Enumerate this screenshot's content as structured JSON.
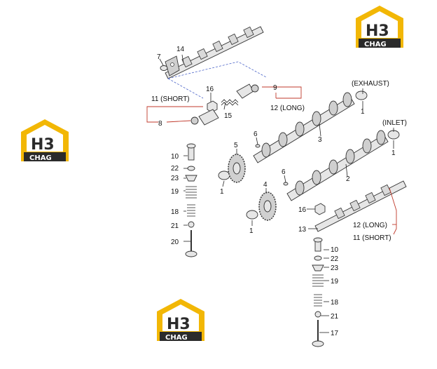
{
  "diagram": {
    "callouts": {
      "c1a": "1",
      "c1b": "1",
      "c1c": "1",
      "c1d": "1",
      "c2": "2",
      "c3": "3",
      "c4": "4",
      "c5": "5",
      "c6a": "6",
      "c6b": "6",
      "c7": "7",
      "c8": "8",
      "c9": "9",
      "c10a": "10",
      "c10b": "10",
      "c11a": "11 (SHORT)",
      "c11b": "11 (SHORT)",
      "c12a": "12 (LONG)",
      "c12b": "12 (LONG)",
      "c13": "13",
      "c14": "14",
      "c15": "15",
      "c16a": "16",
      "c16b": "16",
      "c17": "17",
      "c18a": "18",
      "c18b": "18",
      "c19a": "19",
      "c19b": "19",
      "c20": "20",
      "c21a": "21",
      "c21b": "21",
      "c22a": "22",
      "c22b": "22",
      "c23a": "23",
      "c23b": "23",
      "exhaust": "(EXHAUST)",
      "inlet": "(INLET)"
    },
    "watermark": {
      "big": "H3",
      "small": "CHAG"
    },
    "colors": {
      "logo_yellow": "#f2b705",
      "logo_dark": "#2b2b2b",
      "leader_red": "#c0392b",
      "dash_blue": "#4a63c8"
    }
  }
}
